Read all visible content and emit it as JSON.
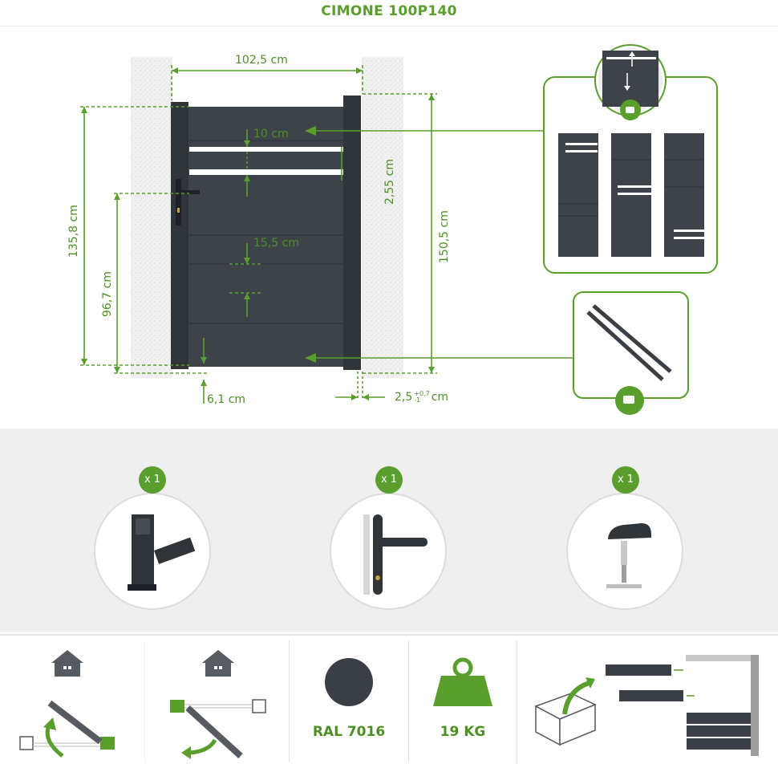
{
  "title": "CIMONE 100P140",
  "dimensions": {
    "width": "102,5 cm",
    "total_height": "150,5 cm",
    "frame_height": "135,8 cm",
    "handle_height": "96,7 cm",
    "top_spacing": "10 cm",
    "slat_gap": "2,55 cm",
    "lower_spacing": "15,5 cm",
    "ground_clearance": "6,1 cm",
    "side_gap": "2,5",
    "side_gap_tolerance_plus": "+0,7",
    "side_gap_tolerance_minus": "-1",
    "side_gap_unit": "cm"
  },
  "accessories": [
    {
      "qty": "x 1",
      "icon": "hinge-icon"
    },
    {
      "qty": "x 1",
      "icon": "handle-icon"
    },
    {
      "qty": "x 1",
      "icon": "gate-stop-icon"
    }
  ],
  "features": {
    "color_label": "RAL 7016",
    "weight_label": "19 KG"
  },
  "colors": {
    "green": "#5a9e2e",
    "anthracite": "#3a3f45",
    "panel_bg": "#efefef"
  }
}
